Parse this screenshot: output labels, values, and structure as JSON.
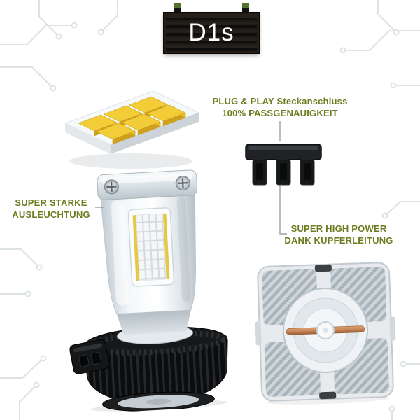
{
  "plate": {
    "label": "D1s"
  },
  "callouts": {
    "beam": {
      "line1": "SUPER STARKE",
      "line2": "AUSLEUCHTUNG"
    },
    "plug": {
      "line1": "PLUG & PLAY Steckanschluss",
      "line2": "100% PASSGENAUIGKEIT"
    },
    "power": {
      "line1": "SUPER HIGH POWER",
      "line2": "DANK KUPFERLEITUNG"
    }
  },
  "illustrations": {
    "led_chip_module": "six yellow LED chips on cooling plate",
    "led_bulb": "D1s LED headlight bulb with finned heatsink",
    "plug_connector": "black plug connector with three slots",
    "heatsink_base": "square heatsink base with copper conductor"
  },
  "colors": {
    "accent": "#6b7d1f",
    "plate-bg": "#16130f",
    "plate-text": "#ffffff",
    "post-green": "#53722e",
    "chip-yellow": "#f3cd37",
    "copper": "#c9855a",
    "trace-gray": "#dde2e5"
  }
}
